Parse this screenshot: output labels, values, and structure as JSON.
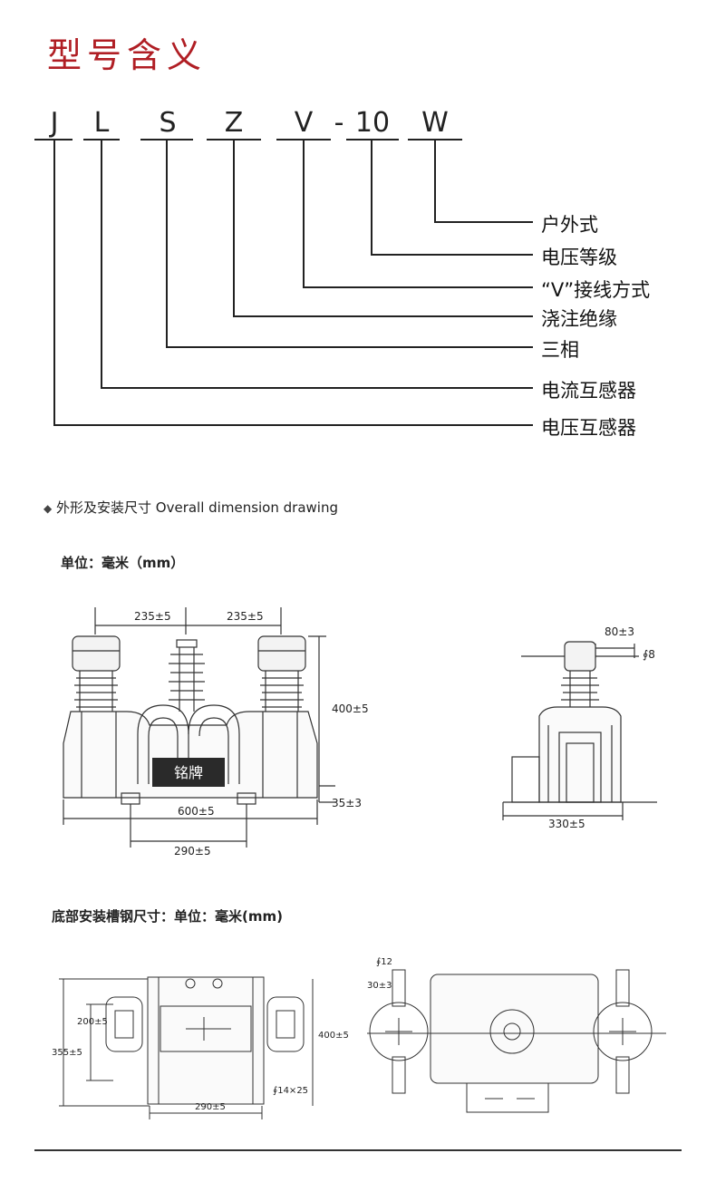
{
  "title": "型号含义",
  "model_code": {
    "chars": [
      "J",
      "L",
      "S",
      "Z",
      "V",
      "-",
      "10",
      "W"
    ]
  },
  "meanings": [
    "户外式",
    "电压等级",
    "“V”接线方式",
    "浇注绝缘",
    "三相",
    "电流互感器",
    "电压互感器"
  ],
  "section_overall": {
    "bullet": "◆",
    "title": "外形及安装尺寸 Overall dimension drawing",
    "unit": "单位：毫米（mm）",
    "dims": {
      "d235_left": "235±5",
      "d235_right": "235±5",
      "d400": "400±5",
      "d35": "35±3",
      "d600": "600±5",
      "d290": "290±5",
      "d80": "80±3",
      "d8": "∮8",
      "d330": "330±5",
      "nameplate": "铭牌"
    }
  },
  "section_base": {
    "title": "底部安装槽钢尺寸：单位：毫米(mm)",
    "dims": {
      "d200": "200±5",
      "d355": "355±5",
      "d400": "400±5",
      "d290": "290±5",
      "d14x25": "∮14×25",
      "d12": "∮12",
      "d30": "30±3"
    }
  }
}
